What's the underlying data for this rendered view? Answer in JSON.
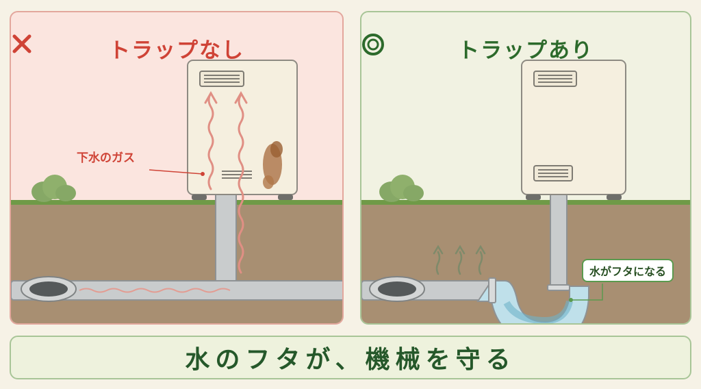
{
  "left_panel": {
    "title": "トラップなし",
    "status_icon": "cross-mark-icon",
    "gas_label": "下水のガス",
    "colors": {
      "accent": "#cf4336",
      "background": "#fbe5df"
    }
  },
  "right_panel": {
    "title": "トラップあり",
    "status_icon": "double-circle-icon",
    "water_label": "水がフタになる",
    "colors": {
      "accent": "#2c6a2b",
      "background": "#f1f2e2"
    }
  },
  "banner": {
    "text": "水のフタが、機械を守る"
  }
}
